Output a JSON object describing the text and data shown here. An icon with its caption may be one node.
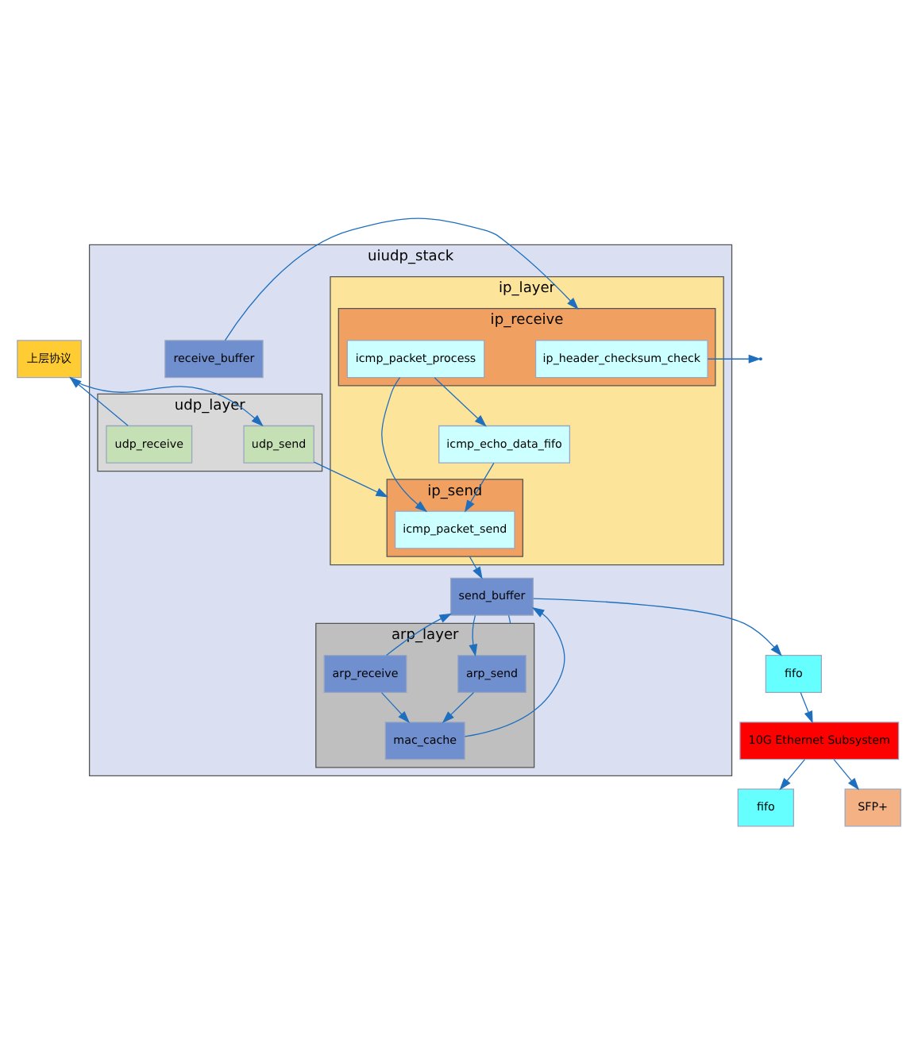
{
  "diagram": {
    "nodes": [
      {
        "text": [
          "上层协议"
        ]
      },
      {
        "text": [
          "uiudp_stack"
        ]
      },
      {
        "text": [
          "udp_layer"
        ],
        "in": 1
      },
      {
        "text": [
          "udp_send"
        ],
        "in": 2
      },
      {
        "text": [
          "udp_receive"
        ],
        "in": 2
      },
      {
        "text": [
          "ip_layer"
        ],
        "in": 1
      },
      {
        "text": [
          "ip_send"
        ],
        "in": 5
      },
      {
        "text": [
          "icmp_packet_send"
        ],
        "in": 6
      },
      {
        "text": [
          "icmp_echo_data_fifo"
        ],
        "in": 5
      },
      {
        "text": [
          "ip_receive"
        ],
        "in": 5
      },
      {
        "text": [
          "ip_header_checksum_check"
        ],
        "in": 9
      },
      {
        "text": [
          "icmp_packet_process"
        ],
        "in": 9
      },
      {
        "text": [
          "arp_layer"
        ],
        "in": 1
      },
      {
        "text": [
          "arp_send"
        ],
        "in": 12
      },
      {
        "text": [
          "arp_receive"
        ],
        "in": 12
      },
      {
        "text": [
          "mac_cache"
        ],
        "in": 12
      },
      {
        "text": [
          "send_buffer"
        ],
        "in": 1
      },
      {
        "text": [
          "receive_buffer"
        ],
        "in": 1
      },
      {
        "text": [
          "fifo"
        ]
      },
      {
        "text": [
          "10G Ethernet Subsystem"
        ]
      },
      {
        "text": [
          "fifo"
        ]
      },
      {
        "text": [
          "SFP+"
        ]
      }
    ],
    "edges": [
      {
        "from": 0,
        "to": 3,
        "arrow": "to"
      },
      {
        "from": 4,
        "to": 0,
        "arrow": "to"
      },
      {
        "from": 3,
        "to": 6,
        "arrow": "to"
      },
      {
        "from": 10,
        "to": null,
        "arrow": "to"
      },
      {
        "from": 11,
        "to": 8,
        "arrow": "to"
      },
      {
        "from": 8,
        "to": 7,
        "arrow": "to"
      },
      {
        "from": 11,
        "to": 7,
        "arrow": "to"
      },
      {
        "from": 6,
        "to": 16,
        "arrow": "to"
      },
      {
        "from": 14,
        "to": 16,
        "arrow": "to"
      },
      {
        "from": 16,
        "to": 13,
        "arrow": "to"
      },
      {
        "from": 13,
        "to": 15,
        "arrow": "to"
      },
      {
        "from": 14,
        "to": 15,
        "arrow": "to"
      },
      {
        "from": 15,
        "to": 16,
        "arrow": "to"
      },
      {
        "from": 16,
        "to": 12,
        "arrow": "none"
      },
      {
        "from": 17,
        "to": 9,
        "arrow": "to"
      },
      {
        "from": 16,
        "to": 18,
        "arrow": "to"
      },
      {
        "from": 18,
        "to": 19,
        "arrow": "to"
      },
      {
        "from": 19,
        "to": 20,
        "arrow": "to"
      },
      {
        "from": 19,
        "to": 21,
        "arrow": "to"
      }
    ]
  }
}
